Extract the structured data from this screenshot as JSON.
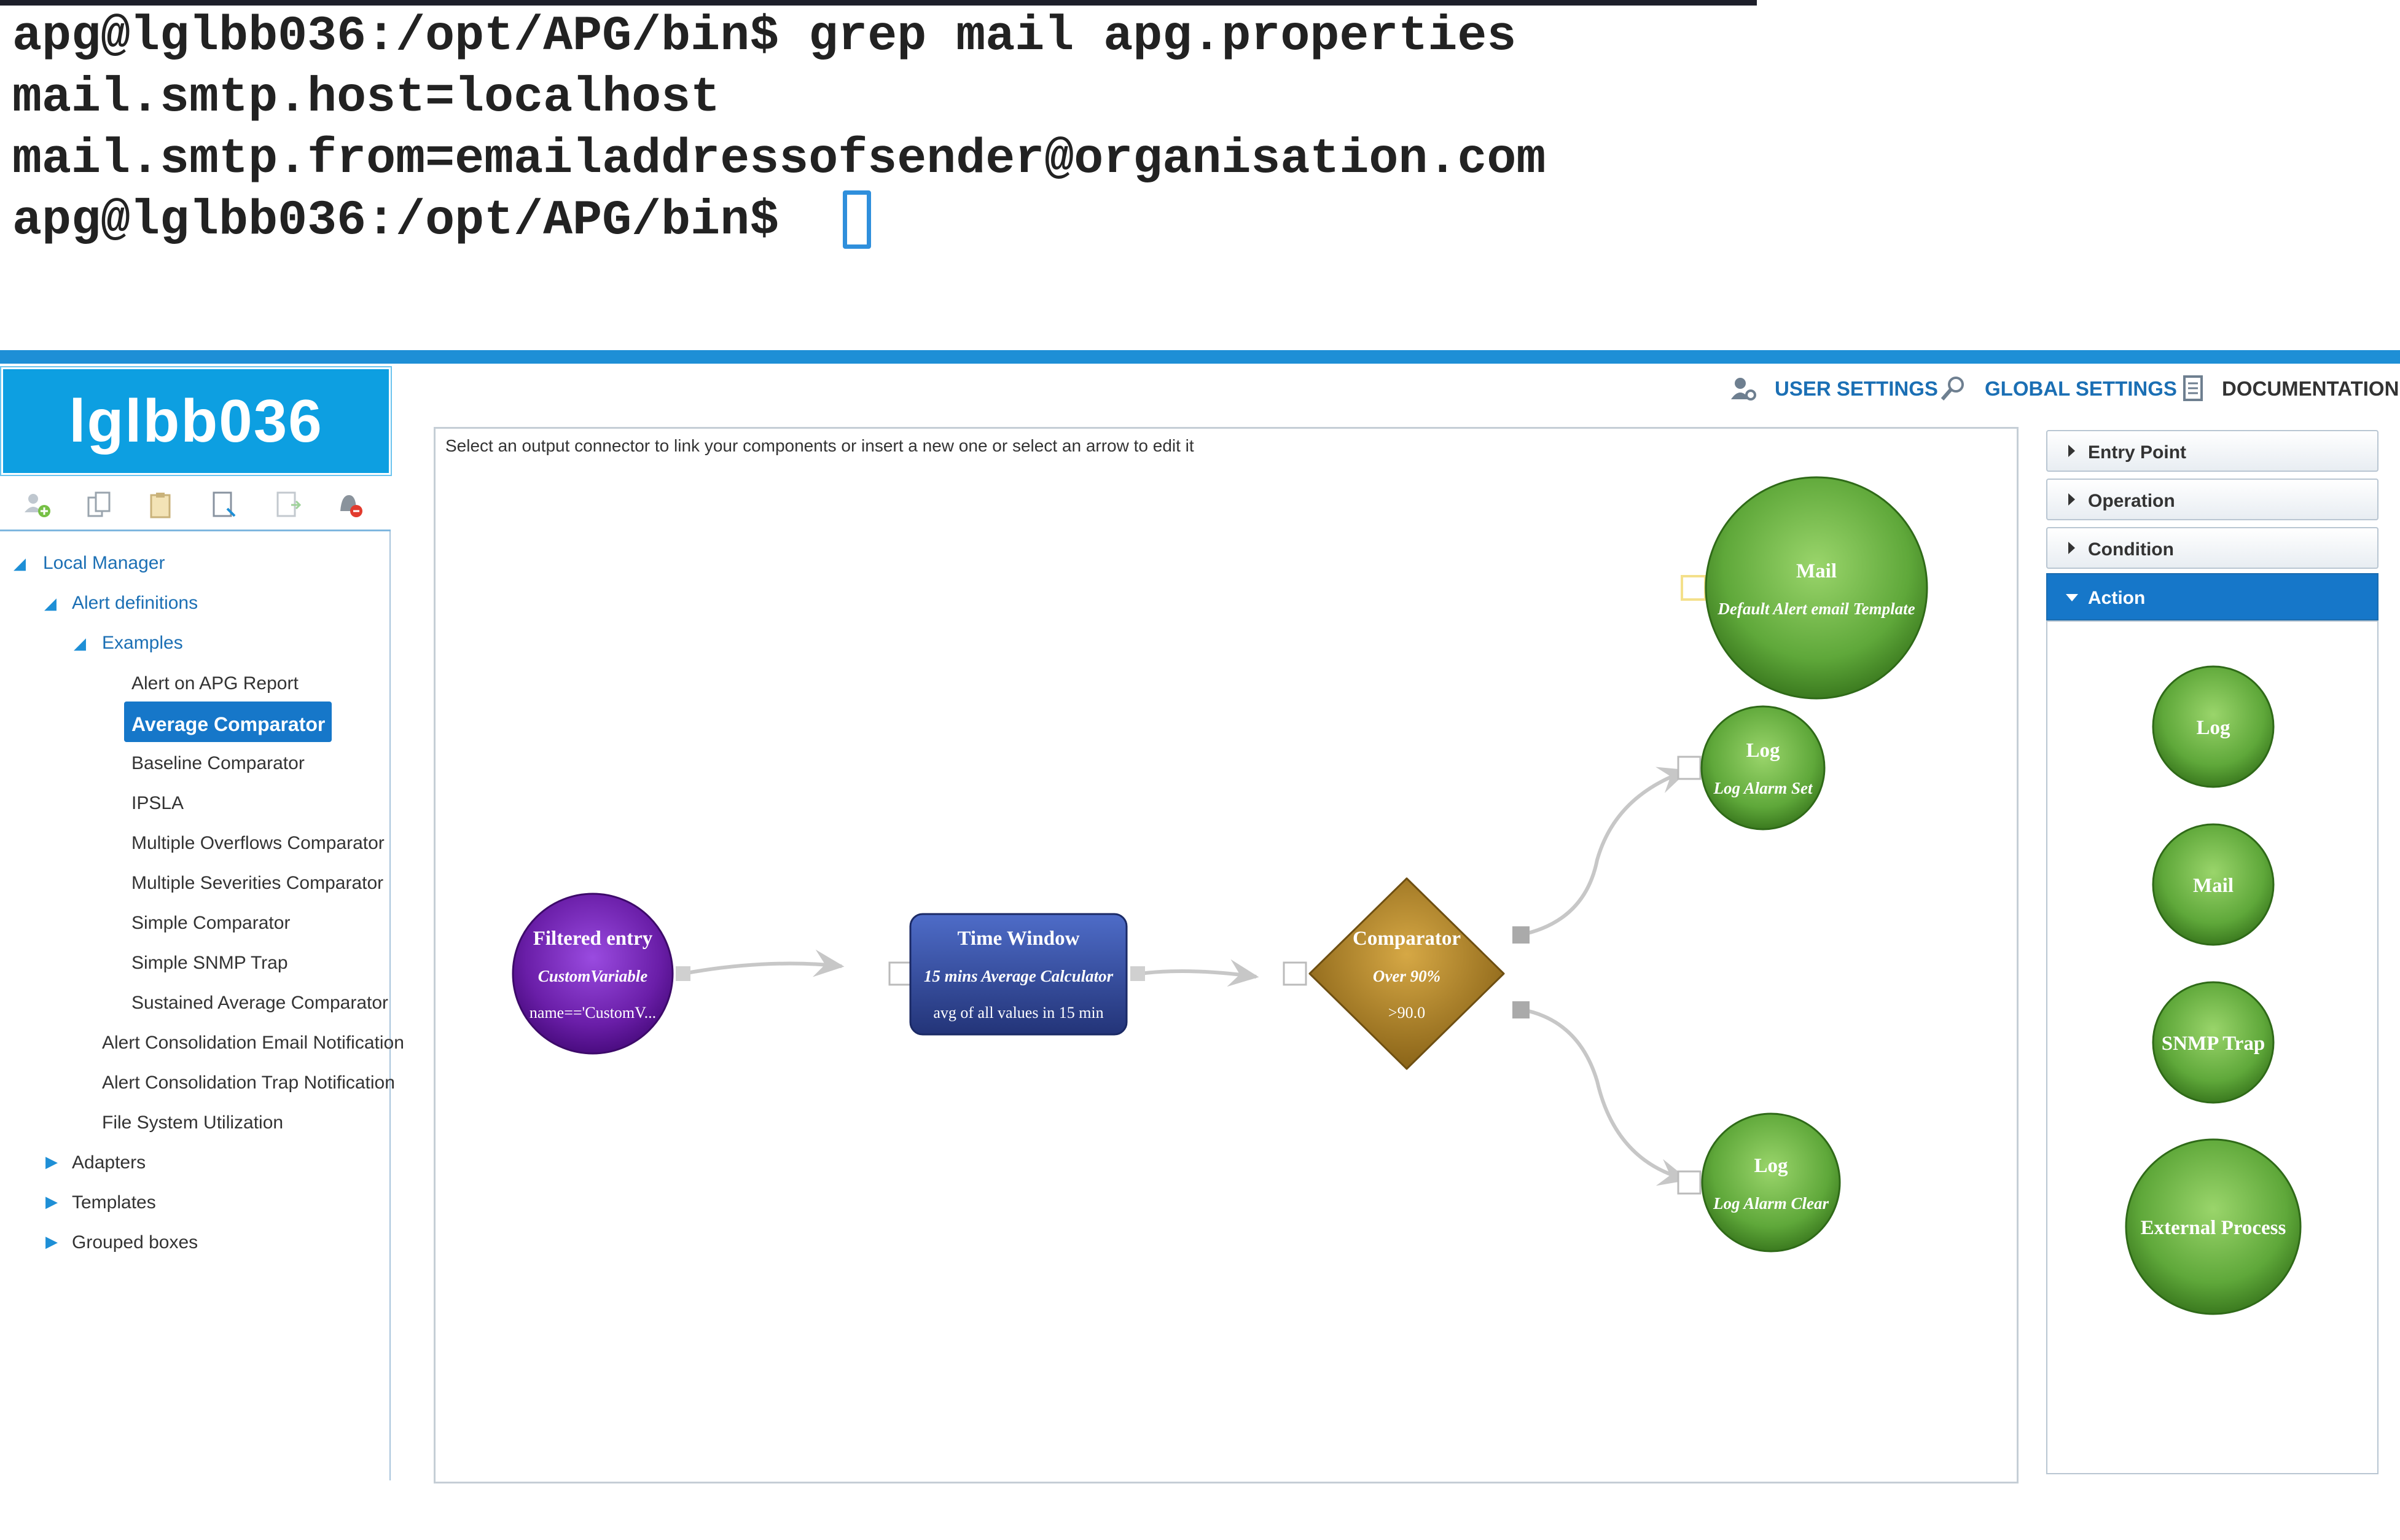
{
  "terminal": {
    "lines": [
      "apg@lglbb036:/opt/APG/bin$ grep mail apg.properties",
      "mail.smtp.host=localhost",
      "mail.smtp.from=emailaddressofsender@organisation.com",
      "apg@lglbb036:/opt/APG/bin$ "
    ]
  },
  "app": {
    "logo": "lglbb036",
    "nav": {
      "user_settings": "USER SETTINGS",
      "global_settings": "GLOBAL SETTINGS",
      "documentation": "DOCUMENTATION"
    },
    "toolbar_icons": [
      "add-icon",
      "copy-icon",
      "paste-icon",
      "document-icon",
      "export-icon",
      "alert-disable-icon"
    ],
    "tree": {
      "root": "Local Manager",
      "alert_definitions": "Alert definitions",
      "examples": "Examples",
      "example_items": [
        "Alert on APG Report",
        "Average Comparator",
        "Baseline Comparator",
        "IPSLA",
        "Multiple Overflows Comparator",
        "Multiple Severities Comparator",
        "Simple Comparator",
        "Simple SNMP Trap",
        "Sustained Average Comparator"
      ],
      "selected": "Average Comparator",
      "other_items": [
        "Alert Consolidation Email Notification",
        "Alert Consolidation Trap Notification",
        "File System Utilization"
      ],
      "collapsed": [
        "Adapters",
        "Templates",
        "Grouped boxes"
      ]
    },
    "canvas": {
      "hint": "Select an output connector to link your components or insert a new one or select an arrow to edit it",
      "nodes": {
        "filtered_entry": {
          "title": "Filtered entry",
          "sub1": "CustomVariable",
          "sub2": "name=='CustomV..."
        },
        "time_window": {
          "title": "Time Window",
          "sub1": "15 mins Average Calculator",
          "sub2": "avg of all values in 15 min"
        },
        "comparator": {
          "title": "Comparator",
          "sub1": "Over 90%",
          "sub2": ">90.0"
        },
        "mail": {
          "title": "Mail",
          "sub1": "Default Alert email Template"
        },
        "log_set": {
          "title": "Log",
          "sub1": "Log Alarm Set"
        },
        "log_clear": {
          "title": "Log",
          "sub1": "Log Alarm Clear"
        }
      }
    },
    "palette": {
      "sections": [
        "Entry Point",
        "Operation",
        "Condition",
        "Action"
      ],
      "action_items": [
        "Log",
        "Mail",
        "SNMP Trap",
        "External Process"
      ]
    },
    "colors": {
      "accent": "#1677c9",
      "logo_bg": "#0d9fe1",
      "link_blue": "#1b6fb4",
      "node_green": "#5fa83a",
      "node_purple": "#6a1ea8",
      "node_navy": "#2b3f8f",
      "node_gold": "#a77a22"
    }
  }
}
